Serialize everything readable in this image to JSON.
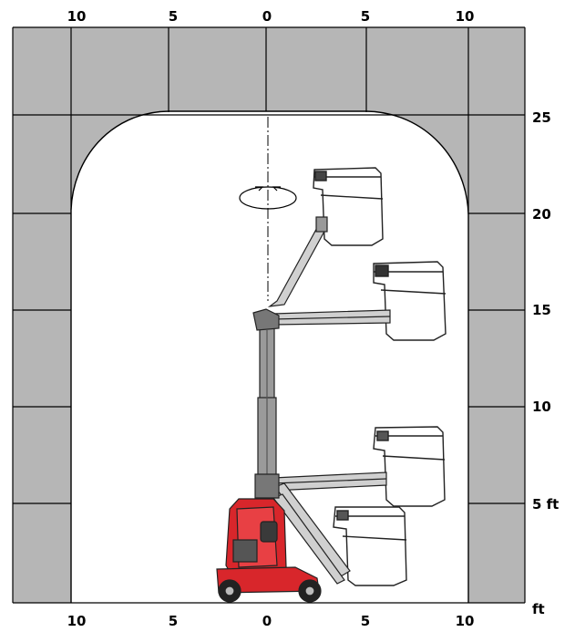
{
  "colors": {
    "wall_fill": "#b6b6b6",
    "base_red": "#d8262b",
    "mast_gray": "#8a8a8a",
    "line": "#000000"
  },
  "axes": {
    "top_ticks": [
      "10",
      "5",
      "0",
      "5",
      "10"
    ],
    "bottom_ticks": [
      "10",
      "5",
      "0",
      "5",
      "10"
    ],
    "right_ticks": [
      "25",
      "20",
      "15",
      "10",
      "5 ft"
    ],
    "bottom_unit": "ft"
  },
  "machine": {
    "icons": [
      "rotation-arrow-icon",
      "lift-base-icon",
      "mast-icon",
      "platform-basket-icon"
    ]
  }
}
